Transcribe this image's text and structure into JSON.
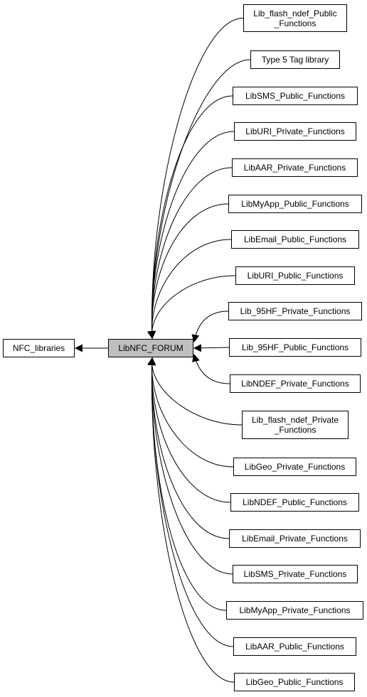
{
  "graph": {
    "parent": {
      "label": "NFC_libraries"
    },
    "center": {
      "label": "LibNFC_FORUM"
    },
    "modules": [
      {
        "label": "Lib_flash_ndef_Public\n_Functions"
      },
      {
        "label": "Type 5 Tag library"
      },
      {
        "label": "LibSMS_Public_Functions"
      },
      {
        "label": "LibURI_Private_Functions"
      },
      {
        "label": "LibAAR_Private_Functions"
      },
      {
        "label": "LibMyApp_Public_Functions"
      },
      {
        "label": "LibEmail_Public_Functions"
      },
      {
        "label": "LibURI_Public_Functions"
      },
      {
        "label": "Lib_95HF_Private_Functions"
      },
      {
        "label": "Lib_95HF_Public_Functions"
      },
      {
        "label": "LibNDEF_Private_Functions"
      },
      {
        "label": "Lib_flash_ndef_Private\n_Functions"
      },
      {
        "label": "LibGeo_Private_Functions"
      },
      {
        "label": "LibNDEF_Public_Functions"
      },
      {
        "label": "LibEmail_Private_Functions"
      },
      {
        "label": "LibSMS_Private_Functions"
      },
      {
        "label": "LibMyApp_Private_Functions"
      },
      {
        "label": "LibAAR_Public_Functions"
      },
      {
        "label": "LibGeo_Public_Functions"
      }
    ]
  }
}
